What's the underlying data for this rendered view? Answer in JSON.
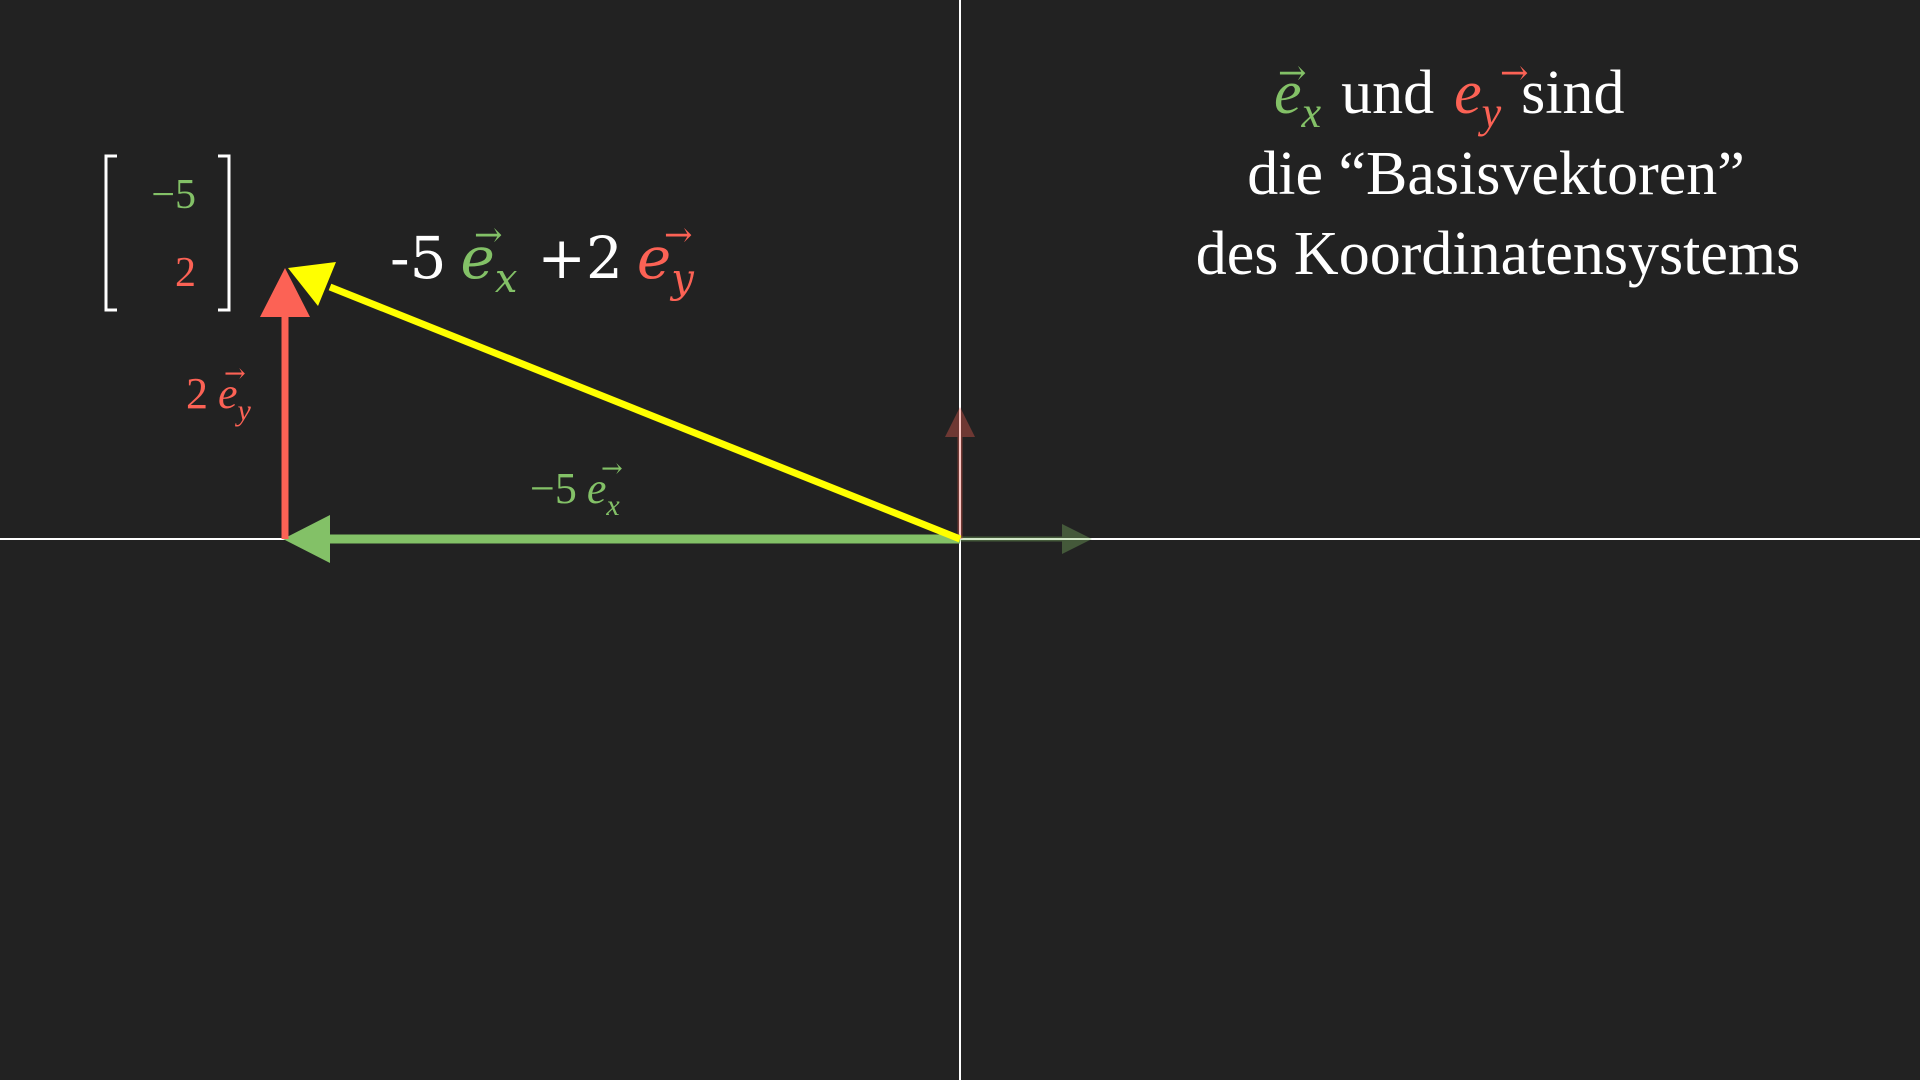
{
  "colors": {
    "background": "#222222",
    "axis": "#ffffff",
    "green": "#83c167",
    "red": "#fc6255",
    "yellow": "#ffff00",
    "text": "#ffffff"
  },
  "basis_vectors": {
    "ex": [
      1,
      0
    ],
    "ey": [
      0,
      1
    ]
  },
  "vector": {
    "coefficients": [
      -5,
      2
    ]
  },
  "matrix": {
    "top": "−5",
    "bottom": "2"
  },
  "combination": {
    "coef_x": "-5",
    "coef_y": "+2",
    "symbol": "e",
    "arrow": "→",
    "sub_x": "x",
    "sub_y": "y"
  },
  "labels": {
    "y_component_coef": "2",
    "x_component_coef": "−5"
  },
  "explanation": {
    "line1_word_und": "und",
    "line1_word_sind": "sind",
    "line2": "die “Basisvektoren”",
    "line3": "des Koordinatensystems"
  }
}
